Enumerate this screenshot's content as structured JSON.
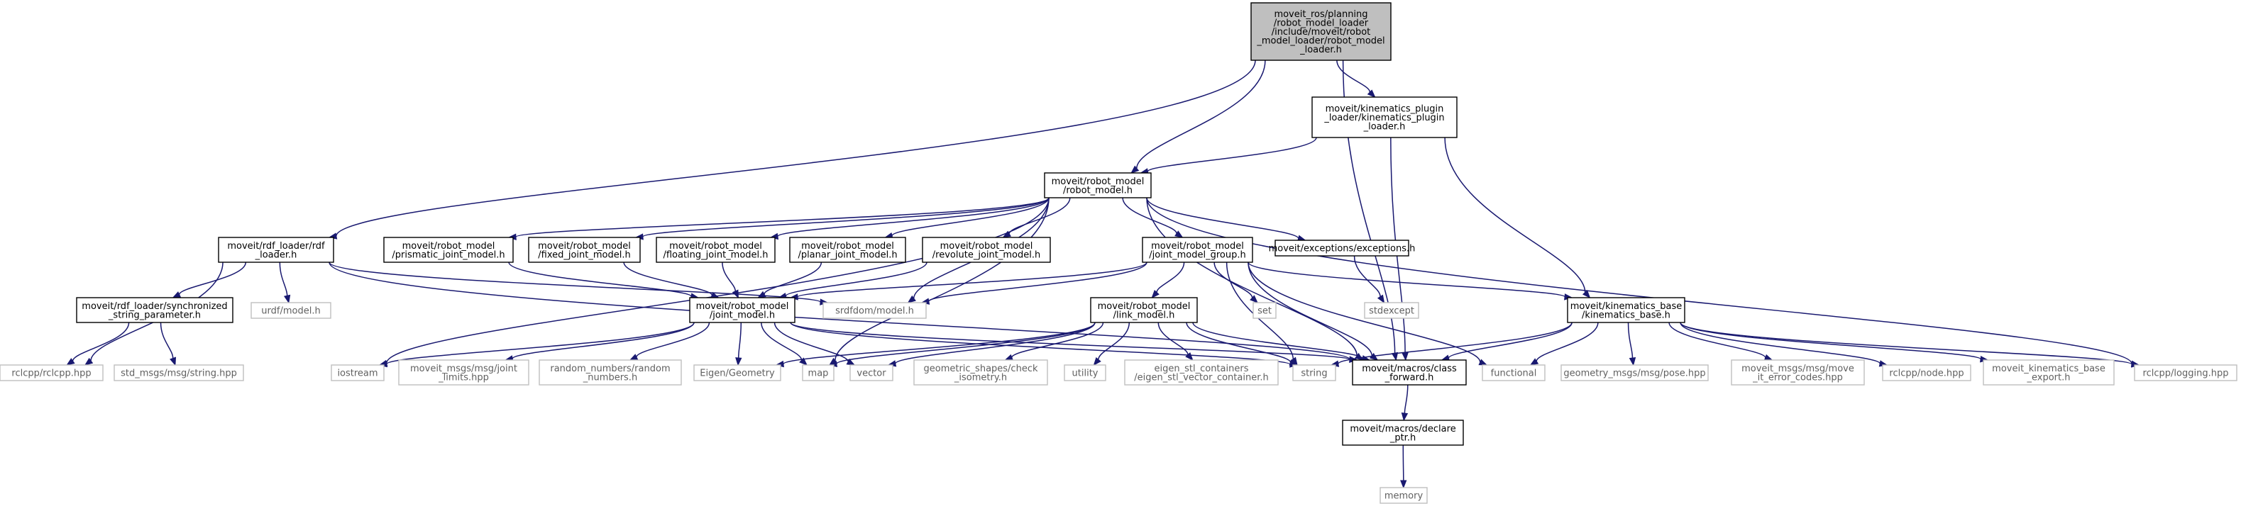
{
  "colors": {
    "edge": "#191970",
    "root_fill": "#bfbfbf",
    "node_border": "#000000",
    "leaf_border": "#bfbfbf",
    "leaf_text": "#606060"
  },
  "nodes": {
    "robot_model_loader": {
      "lines": [
        "moveit_ros/planning",
        "/robot_model_loader",
        "/include/moveit/robot",
        "_model_loader/robot_model",
        "_loader.h"
      ],
      "kind": "root"
    },
    "kinematics_plugin_loader": {
      "lines": [
        "moveit/kinematics_plugin",
        "_loader/kinematics_plugin",
        "_loader.h"
      ],
      "kind": "normal"
    },
    "robot_model": {
      "lines": [
        "moveit/robot_model",
        "/robot_model.h"
      ],
      "kind": "normal"
    },
    "rdf_loader": {
      "lines": [
        "moveit/rdf_loader/rdf",
        "_loader.h"
      ],
      "kind": "normal"
    },
    "prismatic_joint": {
      "lines": [
        "moveit/robot_model",
        "/prismatic_joint_model.h"
      ],
      "kind": "normal"
    },
    "fixed_joint": {
      "lines": [
        "moveit/robot_model",
        "/fixed_joint_model.h"
      ],
      "kind": "normal"
    },
    "floating_joint": {
      "lines": [
        "moveit/robot_model",
        "/floating_joint_model.h"
      ],
      "kind": "normal"
    },
    "planar_joint": {
      "lines": [
        "moveit/robot_model",
        "/planar_joint_model.h"
      ],
      "kind": "normal"
    },
    "revolute_joint": {
      "lines": [
        "moveit/robot_model",
        "/revolute_joint_model.h"
      ],
      "kind": "normal"
    },
    "joint_model_group": {
      "lines": [
        "moveit/robot_model",
        "/joint_model_group.h"
      ],
      "kind": "normal"
    },
    "exceptions": {
      "lines": [
        "moveit/exceptions/exceptions.h"
      ],
      "kind": "normal"
    },
    "synchronized_string_parameter": {
      "lines": [
        "moveit/rdf_loader/synchronized",
        "_string_parameter.h"
      ],
      "kind": "normal"
    },
    "urdf_model": {
      "lines": [
        "urdf/model.h"
      ],
      "kind": "leaf"
    },
    "srdfdom_model": {
      "lines": [
        "srdfdom/model.h"
      ],
      "kind": "leaf"
    },
    "joint_model": {
      "lines": [
        "moveit/robot_model",
        "/joint_model.h"
      ],
      "kind": "normal"
    },
    "link_model": {
      "lines": [
        "moveit/robot_model",
        "/link_model.h"
      ],
      "kind": "normal"
    },
    "set": {
      "lines": [
        "set"
      ],
      "kind": "leaf"
    },
    "stdexcept": {
      "lines": [
        "stdexcept"
      ],
      "kind": "leaf"
    },
    "kinematics_base": {
      "lines": [
        "moveit/kinematics_base",
        "/kinematics_base.h"
      ],
      "kind": "normal"
    },
    "rclcpp_hpp": {
      "lines": [
        "rclcpp/rclcpp.hpp"
      ],
      "kind": "leaf"
    },
    "std_msgs_string": {
      "lines": [
        "std_msgs/msg/string.hpp"
      ],
      "kind": "leaf"
    },
    "iostream": {
      "lines": [
        "iostream"
      ],
      "kind": "leaf"
    },
    "joint_limits": {
      "lines": [
        "moveit_msgs/msg/joint",
        "_limits.hpp"
      ],
      "kind": "leaf"
    },
    "random_numbers": {
      "lines": [
        "random_numbers/random",
        "_numbers.h"
      ],
      "kind": "leaf"
    },
    "eigen_geometry": {
      "lines": [
        "Eigen/Geometry"
      ],
      "kind": "leaf"
    },
    "map": {
      "lines": [
        "map"
      ],
      "kind": "leaf"
    },
    "vector": {
      "lines": [
        "vector"
      ],
      "kind": "leaf"
    },
    "check_isometry": {
      "lines": [
        "geometric_shapes/check",
        "_isometry.h"
      ],
      "kind": "leaf"
    },
    "utility": {
      "lines": [
        "utility"
      ],
      "kind": "leaf"
    },
    "eigen_stl_vector": {
      "lines": [
        "eigen_stl_containers",
        "/eigen_stl_vector_container.h"
      ],
      "kind": "leaf"
    },
    "string": {
      "lines": [
        "string"
      ],
      "kind": "leaf"
    },
    "class_forward": {
      "lines": [
        "moveit/macros/class",
        "_forward.h"
      ],
      "kind": "normal"
    },
    "functional": {
      "lines": [
        "functional"
      ],
      "kind": "leaf"
    },
    "pose": {
      "lines": [
        "geometry_msgs/msg/pose.hpp"
      ],
      "kind": "leaf"
    },
    "move_it_error_codes": {
      "lines": [
        "moveit_msgs/msg/move",
        "_it_error_codes.hpp"
      ],
      "kind": "leaf"
    },
    "node_hpp": {
      "lines": [
        "rclcpp/node.hpp"
      ],
      "kind": "leaf"
    },
    "kinematics_base_export": {
      "lines": [
        "moveit_kinematics_base",
        "_export.h"
      ],
      "kind": "leaf"
    },
    "logging": {
      "lines": [
        "rclcpp/logging.hpp"
      ],
      "kind": "leaf"
    },
    "declare_ptr": {
      "lines": [
        "moveit/macros/declare",
        "_ptr.h"
      ],
      "kind": "normal"
    },
    "memory": {
      "lines": [
        "memory"
      ],
      "kind": "leaf"
    }
  },
  "edges": [
    [
      "robot_model_loader",
      "kinematics_plugin_loader"
    ],
    [
      "robot_model_loader",
      "robot_model"
    ],
    [
      "robot_model_loader",
      "rdf_loader"
    ],
    [
      "robot_model_loader",
      "class_forward"
    ],
    [
      "kinematics_plugin_loader",
      "robot_model"
    ],
    [
      "kinematics_plugin_loader",
      "kinematics_base"
    ],
    [
      "kinematics_plugin_loader",
      "class_forward"
    ],
    [
      "robot_model",
      "prismatic_joint"
    ],
    [
      "robot_model",
      "fixed_joint"
    ],
    [
      "robot_model",
      "floating_joint"
    ],
    [
      "robot_model",
      "planar_joint"
    ],
    [
      "robot_model",
      "revolute_joint"
    ],
    [
      "robot_model",
      "joint_model_group"
    ],
    [
      "robot_model",
      "exceptions"
    ],
    [
      "robot_model",
      "srdfdom_model"
    ],
    [
      "robot_model",
      "iostream"
    ],
    [
      "robot_model",
      "map"
    ],
    [
      "robot_model",
      "class_forward"
    ],
    [
      "robot_model",
      "logging"
    ],
    [
      "rdf_loader",
      "synchronized_string_parameter"
    ],
    [
      "rdf_loader",
      "urdf_model"
    ],
    [
      "rdf_loader",
      "srdfdom_model"
    ],
    [
      "rdf_loader",
      "rclcpp_hpp"
    ],
    [
      "rdf_loader",
      "class_forward"
    ],
    [
      "synchronized_string_parameter",
      "rclcpp_hpp"
    ],
    [
      "synchronized_string_parameter",
      "std_msgs_string"
    ],
    [
      "prismatic_joint",
      "joint_model"
    ],
    [
      "fixed_joint",
      "joint_model"
    ],
    [
      "floating_joint",
      "joint_model"
    ],
    [
      "planar_joint",
      "joint_model"
    ],
    [
      "revolute_joint",
      "joint_model"
    ],
    [
      "joint_model_group",
      "joint_model"
    ],
    [
      "joint_model_group",
      "link_model"
    ],
    [
      "joint_model_group",
      "srdfdom_model"
    ],
    [
      "joint_model_group",
      "set"
    ],
    [
      "joint_model_group",
      "string"
    ],
    [
      "joint_model_group",
      "kinematics_base"
    ],
    [
      "joint_model_group",
      "functional"
    ],
    [
      "joint_model_group",
      "class_forward"
    ],
    [
      "exceptions",
      "stdexcept"
    ],
    [
      "joint_model",
      "iostream"
    ],
    [
      "joint_model",
      "joint_limits"
    ],
    [
      "joint_model",
      "random_numbers"
    ],
    [
      "joint_model",
      "eigen_geometry"
    ],
    [
      "joint_model",
      "map"
    ],
    [
      "joint_model",
      "vector"
    ],
    [
      "joint_model",
      "string"
    ],
    [
      "joint_model",
      "class_forward"
    ],
    [
      "link_model",
      "eigen_geometry"
    ],
    [
      "link_model",
      "map"
    ],
    [
      "link_model",
      "vector"
    ],
    [
      "link_model",
      "check_isometry"
    ],
    [
      "link_model",
      "utility"
    ],
    [
      "link_model",
      "eigen_stl_vector"
    ],
    [
      "link_model",
      "string"
    ],
    [
      "link_model",
      "class_forward"
    ],
    [
      "kinematics_base",
      "string"
    ],
    [
      "kinematics_base",
      "class_forward"
    ],
    [
      "kinematics_base",
      "functional"
    ],
    [
      "kinematics_base",
      "pose"
    ],
    [
      "kinematics_base",
      "move_it_error_codes"
    ],
    [
      "kinematics_base",
      "node_hpp"
    ],
    [
      "kinematics_base",
      "kinematics_base_export"
    ],
    [
      "kinematics_base",
      "logging"
    ],
    [
      "class_forward",
      "declare_ptr"
    ],
    [
      "declare_ptr",
      "memory"
    ]
  ]
}
